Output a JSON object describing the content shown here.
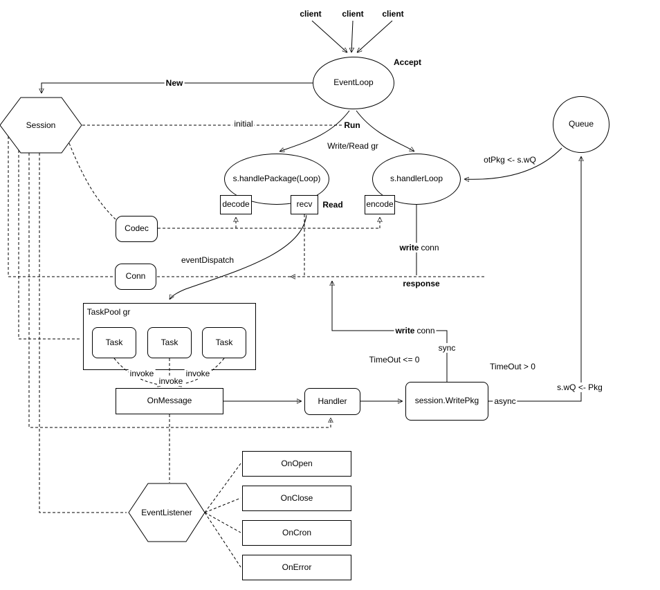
{
  "nodes": {
    "client": "client",
    "eventloop": "EventLoop",
    "session": "Session",
    "queue": "Queue",
    "handle_package": "s.handlePackage(Loop)",
    "handler_loop": "s.handlerLoop",
    "decode": "decode",
    "recv": "recv",
    "encode": "encode",
    "codec": "Codec",
    "conn": "Conn",
    "taskpool": "TaskPool gr",
    "task": "Task",
    "onmessage": "OnMessage",
    "handler": "Handler",
    "session_writepkg": "session.WritePkg",
    "eventlistener": "EventListener",
    "onopen": "OnOpen",
    "onclose": "OnClose",
    "oncron": "OnCron",
    "onerror": "OnError"
  },
  "edge_labels": {
    "accept": "Accept",
    "new": "New",
    "initial": "initial",
    "run": "Run",
    "write_read_gr": "Write/Read gr",
    "read": "Read",
    "otpkg_recv": "otPkg <- s.wQ",
    "event_dispatch": "eventDispatch",
    "write": "write",
    "conn": "conn",
    "response": "response",
    "invoke": "invoke",
    "sync": "sync",
    "async": "async",
    "timeout_le_0": "TimeOut <= 0",
    "timeout_gt_0": "TimeOut > 0",
    "wq_send": "s.wQ <- Pkg"
  }
}
